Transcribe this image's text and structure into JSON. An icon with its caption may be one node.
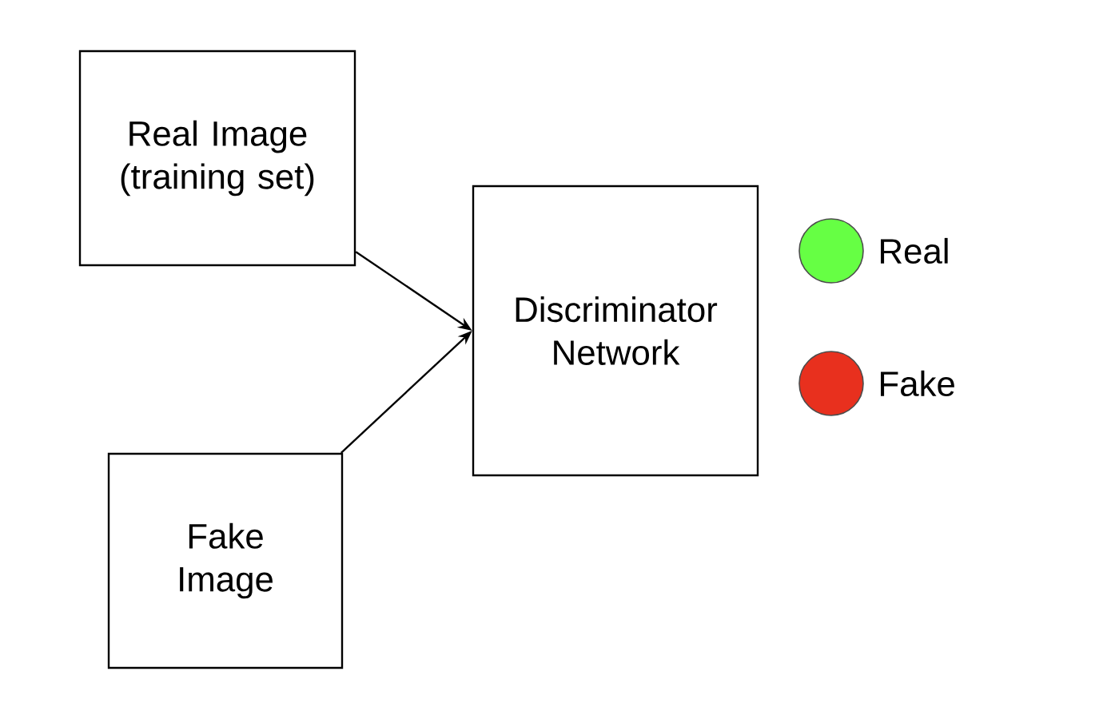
{
  "diagram": {
    "nodes": [
      {
        "text": [
          "Real Image (training set)"
        ]
      },
      {
        "text": [
          "Fake Image"
        ]
      },
      {
        "text": [
          "Discriminator Network"
        ]
      }
    ],
    "edges": [
      {
        "from": 0,
        "to": 2,
        "arrow": "to"
      },
      {
        "from": 1,
        "to": 2,
        "arrow": "to"
      }
    ],
    "legend": [
      {
        "text": "Real",
        "color": "#66ff44"
      },
      {
        "text": "Fake",
        "color": "#e8301e"
      }
    ]
  }
}
